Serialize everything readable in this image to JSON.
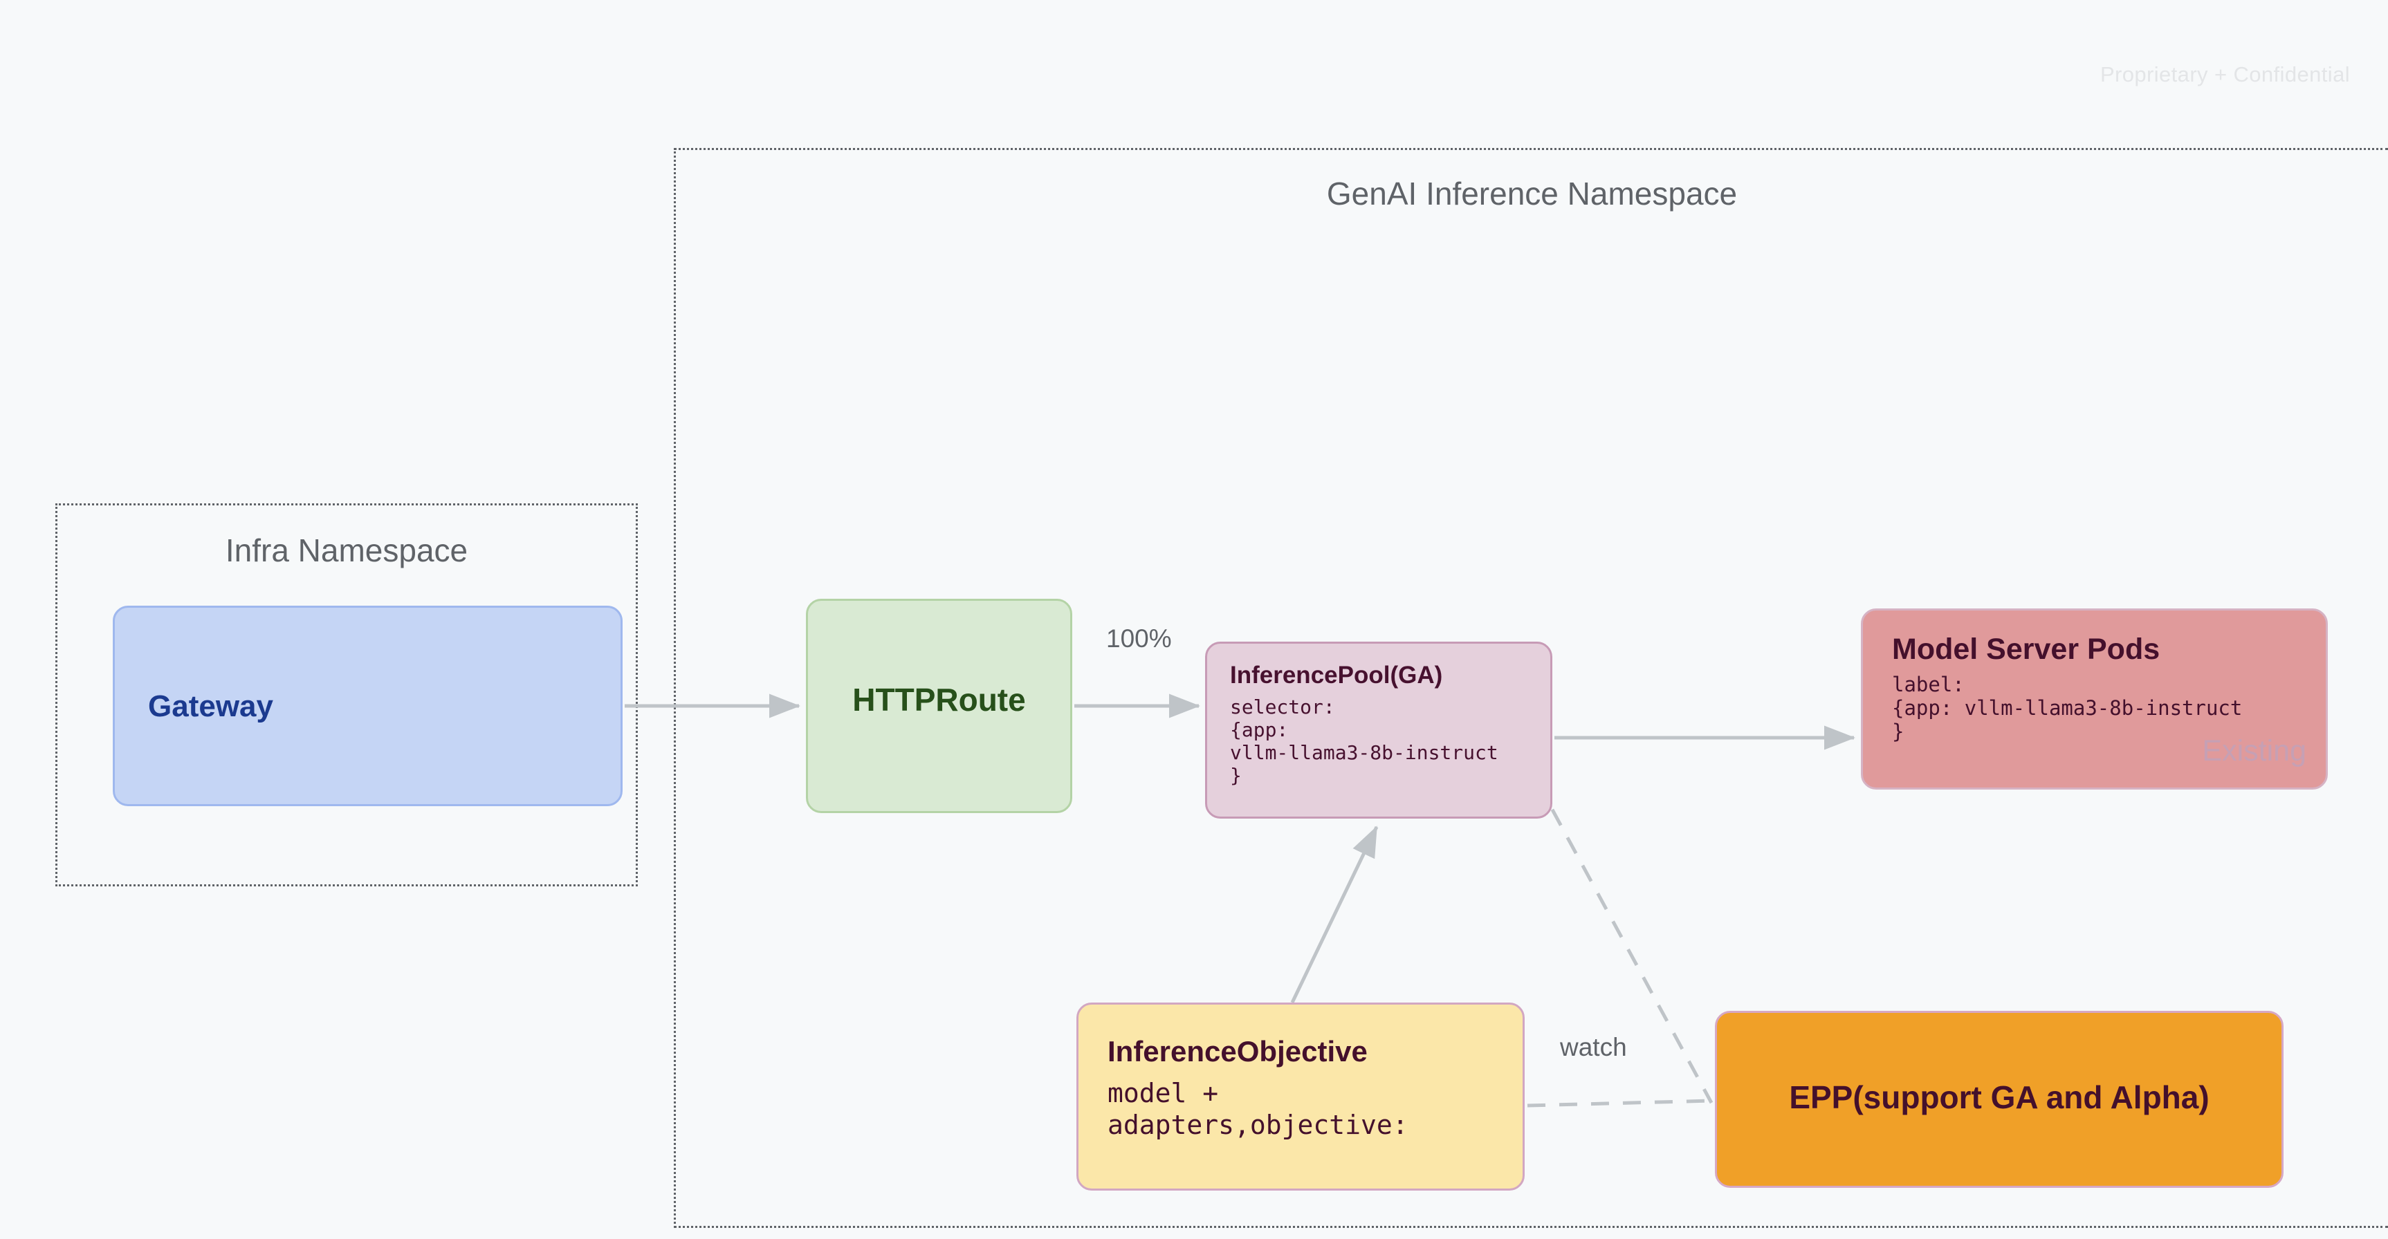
{
  "page": {
    "watermark": "Proprietary + Confidential",
    "background_color": "#f7f9fa"
  },
  "namespaces": [
    {
      "id": "genai",
      "title": "GenAI Inference Namespace",
      "border_color": "#5f6368",
      "border_style": "dotted"
    },
    {
      "id": "infra",
      "title": "Infra Namespace",
      "border_color": "#5f6368",
      "border_style": "dotted"
    }
  ],
  "nodes": {
    "gateway": {
      "title": "Gateway",
      "fill": "#c5d5f5",
      "stroke": "#9fb8ee",
      "text_color": "#1b3a8f"
    },
    "httproute": {
      "title": "HTTPRoute",
      "fill": "#d9ead3",
      "stroke": "#b4d3a6",
      "text_color": "#27501a"
    },
    "inferencepool": {
      "title": "InferencePool(GA)",
      "body": "selector:\n{app:\nvllm-llama3-8b-instruct\n}",
      "fill": "#e5d0dc",
      "stroke": "#c79bb6",
      "text_color": "#47112f"
    },
    "modelserver": {
      "title": "Model Server Pods",
      "body": "label:\n{app: vllm-llama3-8b-instruct\n}",
      "badge": "Existing",
      "fill": "#e09a9b",
      "stroke": "#d6b3c4",
      "text_color": "#44102c",
      "badge_color": "#c6a0b4"
    },
    "inferenceobjective": {
      "title": "InferenceObjective",
      "body": "model +\nadapters,objective:",
      "fill": "#fbe7a9",
      "stroke": "#d2a7c2",
      "text_color": "#44102c"
    },
    "epp": {
      "title": "EPP(support GA and Alpha)",
      "fill": "#f0a028",
      "stroke": "#d6a8c4",
      "text_color": "#44102c"
    }
  },
  "edges": {
    "gateway_to_httproute": {
      "label": "",
      "style": "solid"
    },
    "httproute_to_inferencepool": {
      "label": "100%",
      "style": "solid"
    },
    "inferencepool_to_modelserver": {
      "label": "",
      "style": "solid"
    },
    "inferenceobjective_to_inferencepool": {
      "label": "",
      "style": "solid"
    },
    "inferenceobjective_to_epp": {
      "label": "watch",
      "style": "dashed"
    },
    "inferencepool_to_epp": {
      "label": "",
      "style": "dashed"
    }
  },
  "edge_labels": {
    "percent": "100%",
    "watch": "watch"
  }
}
